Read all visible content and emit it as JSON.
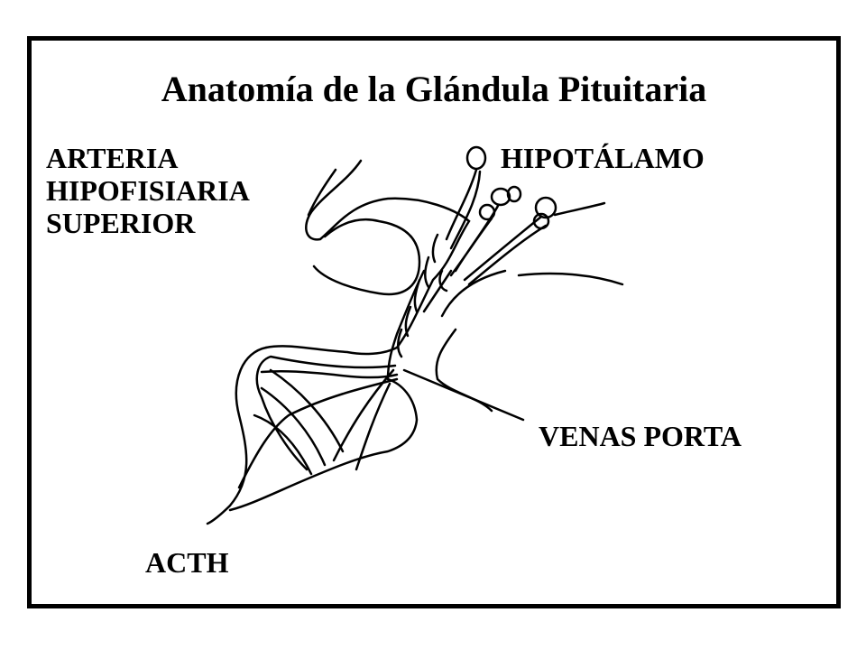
{
  "title": "Anatomía de la Glándula Pituitaria",
  "labels": {
    "arteria": [
      "ARTERIA",
      "HIPOFISIARIA",
      "SUPERIOR"
    ],
    "hipotalamo": "HIPOTÁLAMO",
    "venas_porta": "VENAS PORTA",
    "acth": "ACTH"
  }
}
